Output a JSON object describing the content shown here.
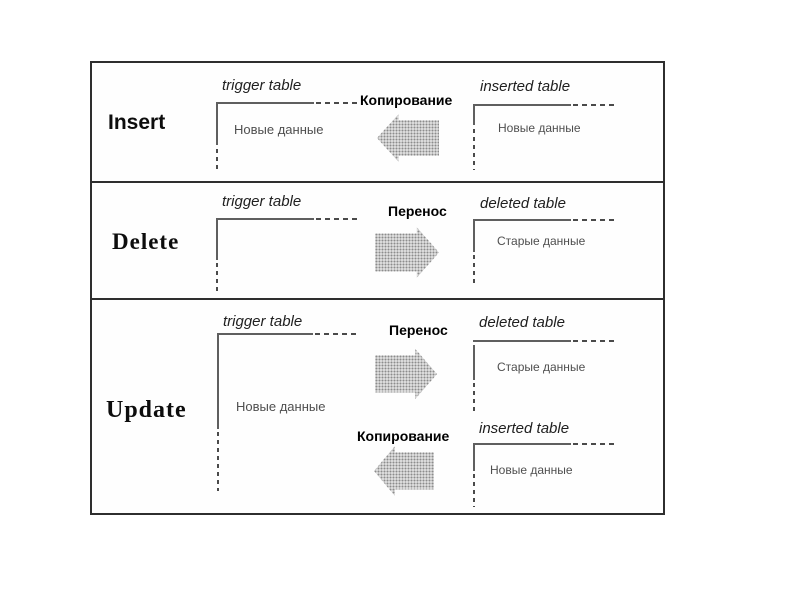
{
  "slide": {
    "description": "Diagram of SQL trigger pseudo-tables for Insert, Delete and Update operations",
    "colors": {
      "background": "#ffffff",
      "frame_border": "#2e2e2e",
      "table_line": "#5f5f5f",
      "data_text": "#4f4f4f",
      "label_text": "#000000",
      "arrow_fill_dots": "#8c8c8c"
    },
    "sections": [
      {
        "operation": "Insert",
        "trigger_table": {
          "name": "trigger table",
          "content": "Новые данные"
        },
        "action1": {
          "label": "Копирование",
          "direction": "left",
          "icon": "arrow-left-icon"
        },
        "result_table1": {
          "name": "inserted table",
          "content": "Новые данные"
        }
      },
      {
        "operation": "Delete",
        "trigger_table": {
          "name": "trigger table",
          "content": ""
        },
        "action1": {
          "label": "Перенос",
          "direction": "right",
          "icon": "arrow-right-icon"
        },
        "result_table1": {
          "name": "deleted table",
          "content": "Старые данные"
        }
      },
      {
        "operation": "Update",
        "trigger_table": {
          "name": "trigger table",
          "content": "Новые данные"
        },
        "action1": {
          "label": "Перенос",
          "direction": "right",
          "icon": "arrow-right-icon"
        },
        "result_table1": {
          "name": "deleted table",
          "content": "Старые данные"
        },
        "action2": {
          "label": "Копирование",
          "direction": "left",
          "icon": "arrow-left-icon"
        },
        "result_table2": {
          "name": "inserted table",
          "content": "Новые данные"
        }
      }
    ]
  }
}
